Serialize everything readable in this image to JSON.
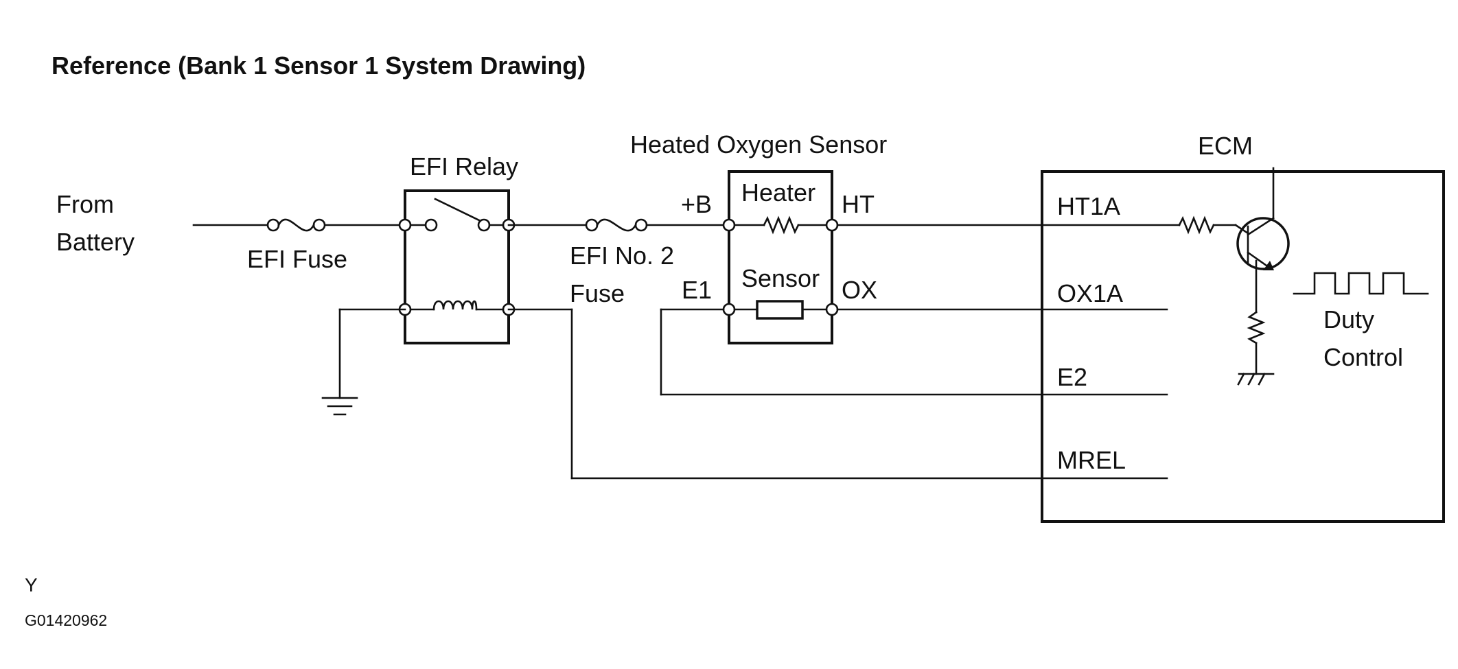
{
  "title": "Reference (Bank 1 Sensor 1 System Drawing)",
  "battery": {
    "line1": "From",
    "line2": "Battery"
  },
  "efi_fuse": "EFI Fuse",
  "efi_relay": "EFI Relay",
  "efi_no2_fuse": {
    "line1": "EFI No. 2",
    "line2": "Fuse"
  },
  "sensor_block": {
    "title": "Heated Oxygen Sensor",
    "heater": "Heater",
    "sensor": "Sensor",
    "pin_b": "+B",
    "pin_ht": "HT",
    "pin_e1": "E1",
    "pin_ox": "OX"
  },
  "ecm": {
    "title": "ECM",
    "ht1a": "HT1A",
    "ox1a": "OX1A",
    "e2": "E2",
    "mrel": "MREL",
    "duty_line1": "Duty",
    "duty_line2": "Control"
  },
  "footer": {
    "code1": "Y",
    "code2": "G01420962"
  }
}
